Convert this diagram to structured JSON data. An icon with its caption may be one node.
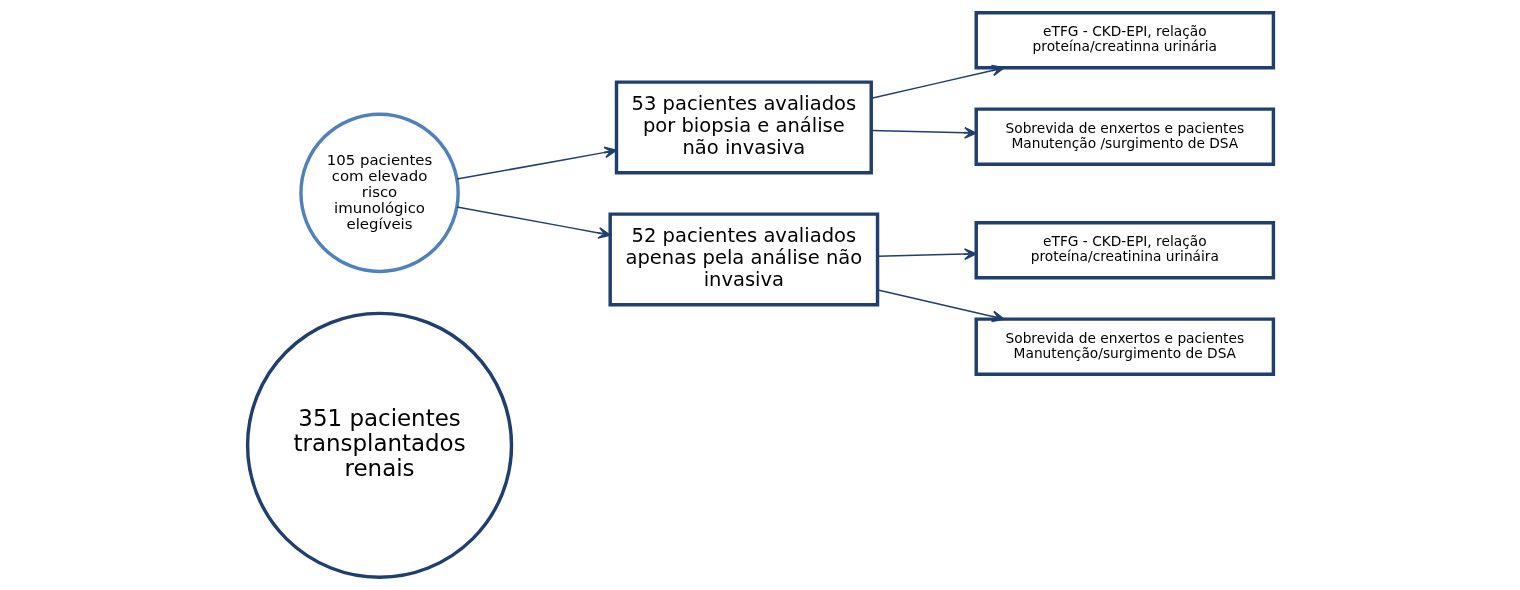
{
  "diagram": {
    "nodes": [
      {
        "text": [
          "351 pacientes transplantados renais"
        ]
      },
      {
        "text": [
          "105 pacientes com elevado risco imunológico elegíveis"
        ]
      },
      {
        "text": [
          "53 pacientes avaliados por biopsia e análise não invasiva"
        ]
      },
      {
        "text": [
          "eTFG - CKD-EPI, relação proteína/creatinna urinária"
        ]
      },
      {
        "text": [
          "Sobrevida de enxertos e pacientes Manutenção /surgimento de DSA"
        ]
      },
      {
        "text": [
          "52 pacientes avaliados apenas pela análise não invasiva"
        ]
      },
      {
        "text": [
          "eTFG - CKD-EPI, relação proteína/creatinina urináira"
        ]
      },
      {
        "text": [
          "Sobrevida de enxertos e pacientes Manutenção/surgimento de DSA"
        ]
      }
    ],
    "edges": [
      {
        "from": 1,
        "to": 2,
        "arrow": "to"
      },
      {
        "from": 1,
        "to": 5,
        "arrow": "to"
      },
      {
        "from": 2,
        "to": 3,
        "arrow": "to"
      },
      {
        "from": 2,
        "to": 4,
        "arrow": "to"
      },
      {
        "from": 5,
        "to": 6,
        "arrow": "to"
      },
      {
        "from": 5,
        "to": 7,
        "arrow": "to"
      }
    ]
  }
}
